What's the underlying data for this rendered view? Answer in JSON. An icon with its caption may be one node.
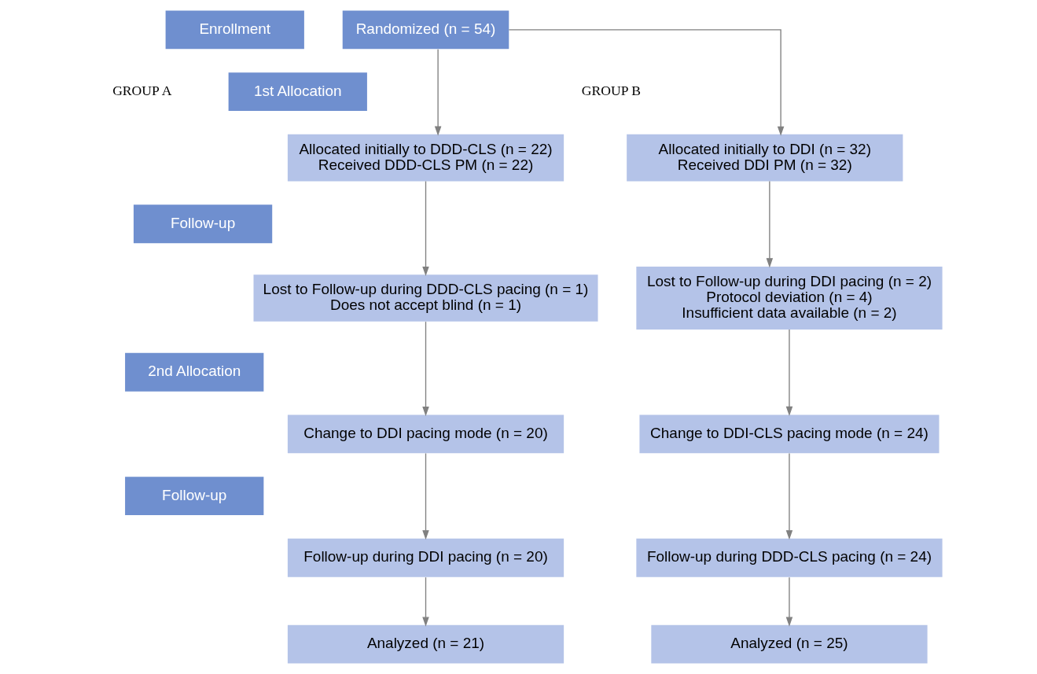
{
  "diagram": {
    "nodes": [
      {
        "text": [
          "Randomized (n = 54)"
        ]
      },
      {
        "text": [
          "Enrollment"
        ]
      },
      {
        "text": [
          "1st Allocation"
        ]
      },
      {
        "text": [
          "Allocated initially to DDD-CLS (n = 22)",
          "Received DDD-CLS PM (n = 22)"
        ]
      },
      {
        "text": [
          "Allocated initially to DDI (n = 32)",
          "Received DDI PM (n = 32)"
        ]
      },
      {
        "text": [
          "Follow-up"
        ]
      },
      {
        "text": [
          "Lost to Follow-up during DDD-CLS pacing (n = 1)",
          "Does not accept blind (n = 1)"
        ]
      },
      {
        "text": [
          "Lost to Follow-up during DDI pacing (n = 2)",
          "Protocol deviation (n = 4)",
          "Insufficient data available (n = 2)"
        ]
      },
      {
        "text": [
          "2nd Allocation"
        ]
      },
      {
        "text": [
          "Change to DDI pacing mode (n = 20)"
        ]
      },
      {
        "text": [
          "Change to DDI-CLS pacing mode (n = 24)"
        ]
      },
      {
        "text": [
          "Follow-up"
        ]
      },
      {
        "text": [
          "Follow-up during DDI pacing (n = 20)"
        ]
      },
      {
        "text": [
          "Follow-up during DDD-CLS pacing (n = 24)"
        ]
      },
      {
        "text": [
          "Analyzed (n = 21)"
        ]
      },
      {
        "text": [
          "Analyzed (n = 25)"
        ]
      }
    ],
    "edges": [
      {
        "from": 0,
        "to": 3,
        "arrow": "to"
      },
      {
        "from": 0,
        "to": 4,
        "arrow": "to"
      },
      {
        "from": 3,
        "to": 6,
        "arrow": "to"
      },
      {
        "from": 6,
        "to": 9,
        "arrow": "to"
      },
      {
        "from": 9,
        "to": 12,
        "arrow": "to"
      },
      {
        "from": 12,
        "to": 14,
        "arrow": "to"
      },
      {
        "from": 4,
        "to": 7,
        "arrow": "to"
      },
      {
        "from": 7,
        "to": 10,
        "arrow": "to"
      },
      {
        "from": 10,
        "to": 13,
        "arrow": "to"
      },
      {
        "from": 13,
        "to": 15,
        "arrow": "to"
      }
    ],
    "labels": [
      "GROUP A",
      "GROUP B"
    ]
  }
}
